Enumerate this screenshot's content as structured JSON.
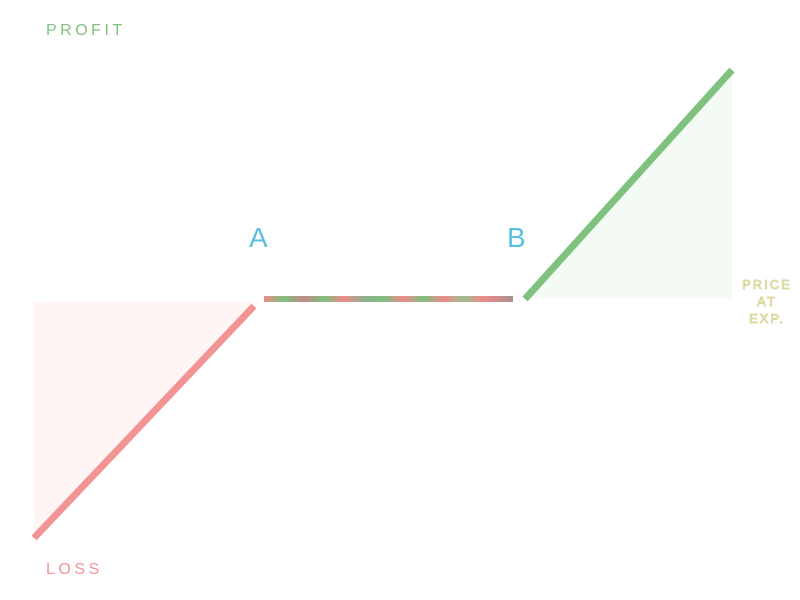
{
  "labels": {
    "profit": "PROFIT",
    "loss": "LOSS",
    "point_a": "A",
    "point_b": "B",
    "axis_lines": [
      "PRICE",
      "AT",
      "EXP."
    ]
  },
  "colors": {
    "profit": "#7fc27f",
    "loss": "#f29494",
    "points": "#5bc0de",
    "axis_label": "#d4d08a",
    "profit_fill": "#f4faf4",
    "loss_fill": "#fff5f5"
  }
}
